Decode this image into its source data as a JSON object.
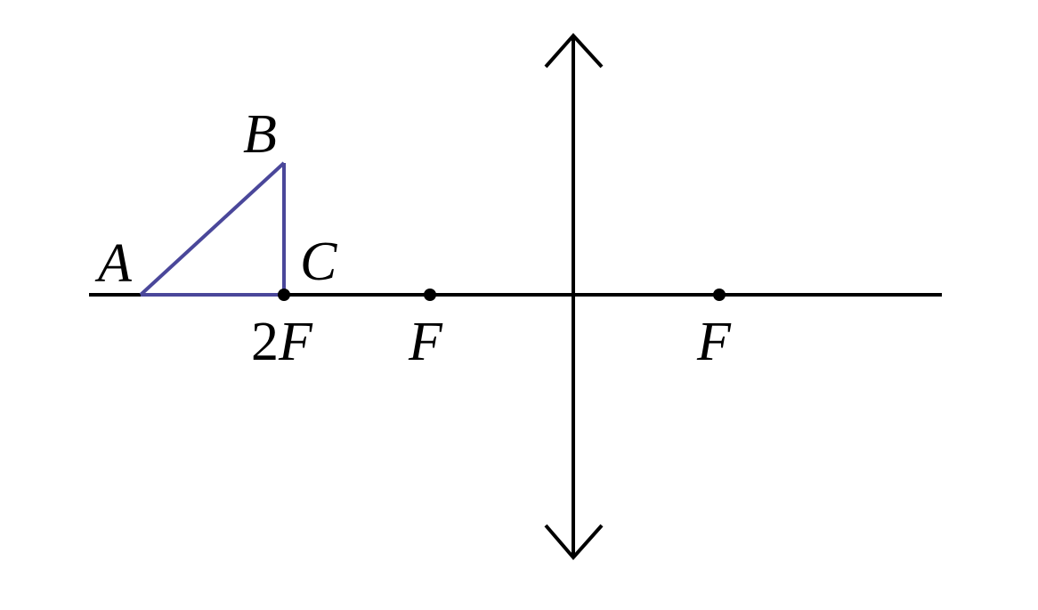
{
  "colors": {
    "axis": "#000000",
    "lens": "#000000",
    "object_triangle": "#4a479a",
    "background": "#ffffff"
  },
  "lens": {
    "type": "converging-lens",
    "arrow_ends": "outward"
  },
  "object": {
    "shape": "right-triangle",
    "vertices": {
      "A": "A",
      "B": "B",
      "C": "C"
    }
  },
  "axis_points": {
    "two_f_number": "2",
    "two_f_letter": "F",
    "f_left": "F",
    "f_right": "F"
  }
}
